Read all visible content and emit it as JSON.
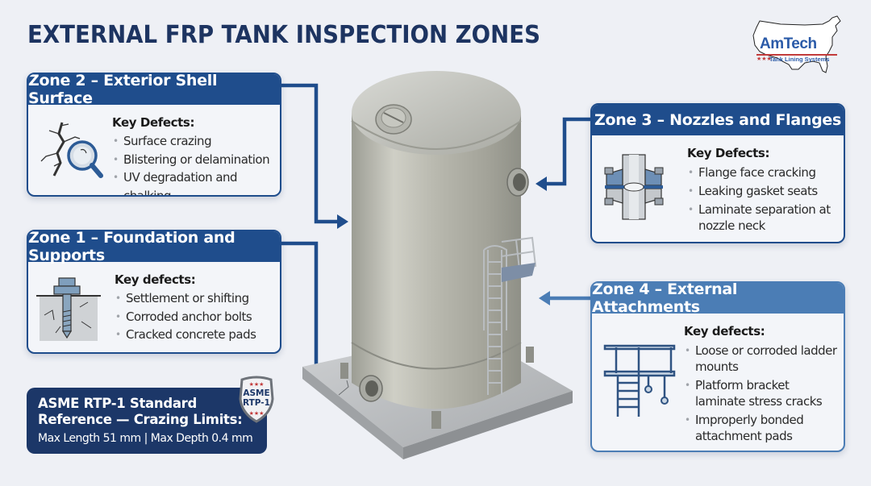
{
  "title": "EXTERNAL FRP TANK INSPECTION ZONES",
  "logo": {
    "name": "AmTech",
    "stars": "★★★",
    "tagline": "Tank Lining Systems"
  },
  "zones": {
    "zone2": {
      "header": "Zone 2 – Exterior Shell Surface",
      "defects_title": "Key Defects:",
      "defects": [
        "Surface crazing",
        "Blistering or delamination",
        "UV degradation and chalking"
      ],
      "icon": "crack-magnifier-icon"
    },
    "zone1": {
      "header": "Zone 1 – Foundation and Supports",
      "defects_title": "Key defects:",
      "defects": [
        "Settlement or shifting",
        "Corroded anchor bolts",
        "Cracked concrete pads"
      ],
      "icon": "anchor-bolt-icon"
    },
    "zone3": {
      "header": "Zone 3 – Nozzles and Flanges",
      "defects_title": "Key Defects:",
      "defects": [
        "Flange face cracking",
        "Leaking gasket seats",
        "Laminate separation at nozzle neck"
      ],
      "icon": "flange-icon"
    },
    "zone4": {
      "header": "Zone 4 – External Attachments",
      "defects_title": "Key defects:",
      "defects": [
        "Loose or corroded ladder mounts",
        "Platform bracket laminate stress cracks",
        "Improperly bonded attachment pads"
      ],
      "icon": "ladder-platform-icon"
    }
  },
  "standard": {
    "line1": "ASME RTP-1 Standard",
    "line2": "Reference — Crazing Limits:",
    "line3": "Max Length 51 mm | Max Depth 0.4 mm",
    "badge_line1": "ASME",
    "badge_line2": "RTP-1",
    "badge_stars": "★★★"
  },
  "colors": {
    "background": "#eef0f5",
    "title": "#1d3461",
    "header_dark": "#1f4d8c",
    "header_light": "#4b7db5",
    "standard_box": "#1c3768",
    "logo_blue": "#2a5aa8",
    "logo_red": "#c23b3b"
  }
}
